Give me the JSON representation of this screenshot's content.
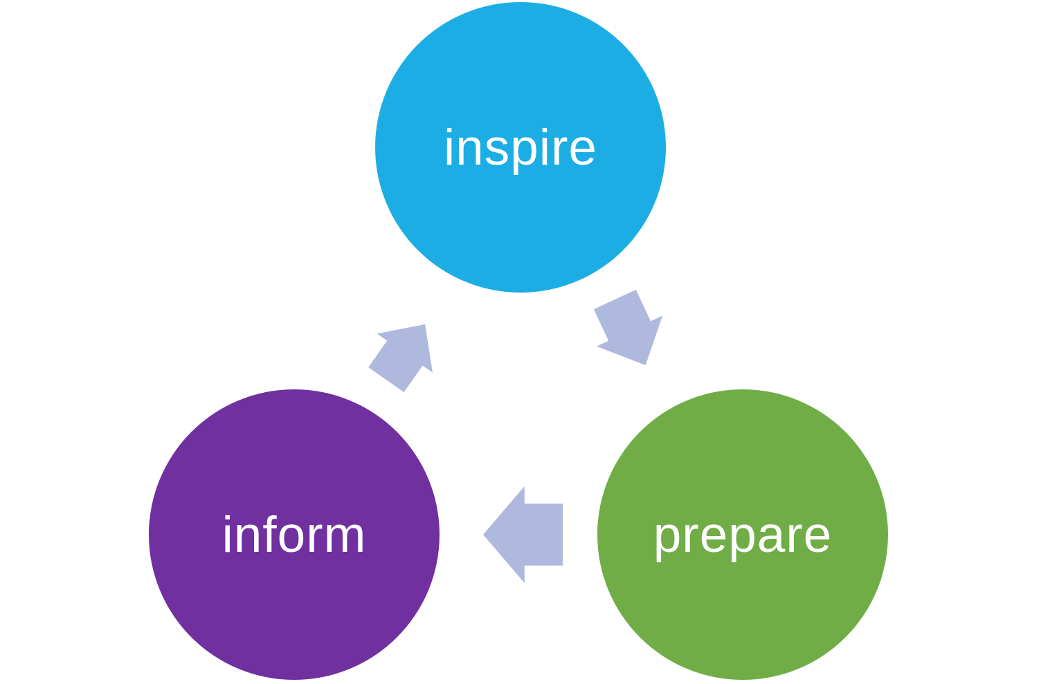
{
  "diagram": {
    "title": "inspire-prepare-inform cycle",
    "background_color": "#ffffff",
    "text_color": "#ffffff",
    "arrow_color": "#AFB9DD",
    "nodes": [
      {
        "id": "inspire",
        "label": "inspire",
        "color": "#1CADE4",
        "position": "top-center"
      },
      {
        "id": "prepare",
        "label": "prepare",
        "color": "#70AD47",
        "position": "bottom-right"
      },
      {
        "id": "inform",
        "label": "inform",
        "color": "#7030A0",
        "position": "bottom-left"
      }
    ],
    "arrows": [
      {
        "id": "inspire-to-prepare",
        "from": "inspire",
        "to": "prepare",
        "direction": "down-right"
      },
      {
        "id": "prepare-to-inform",
        "from": "prepare",
        "to": "inform",
        "direction": "left"
      },
      {
        "id": "inform-to-inspire",
        "from": "inform",
        "to": "inspire",
        "direction": "up-right"
      }
    ]
  }
}
